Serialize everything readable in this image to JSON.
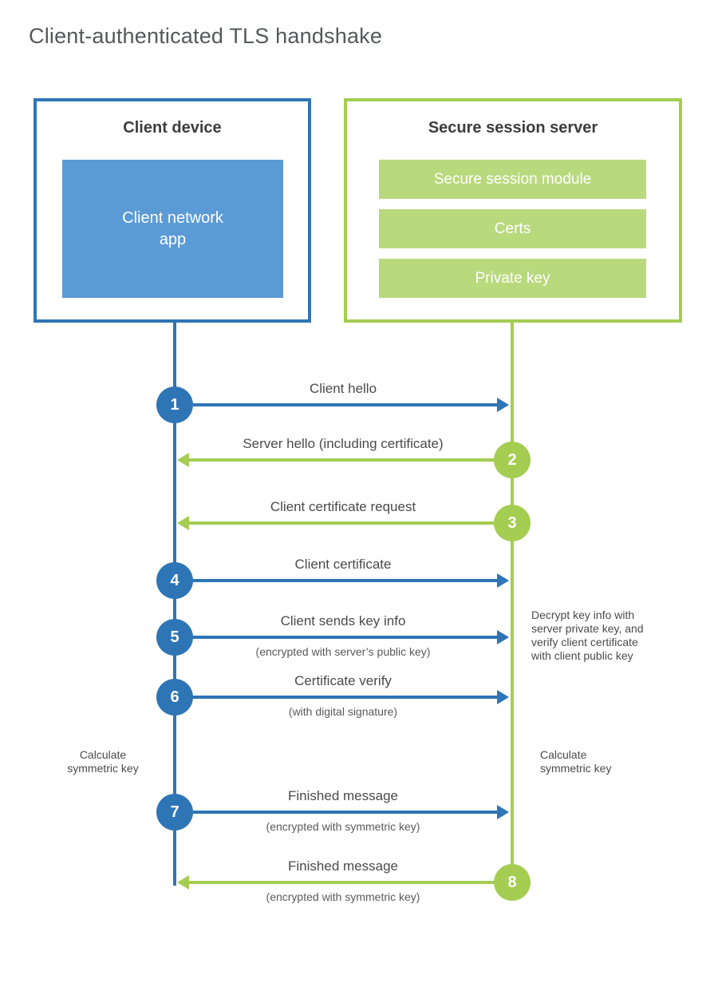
{
  "title": "Client-authenticated TLS handshake",
  "colors": {
    "blue": "#2e75b6",
    "blue_fill": "#5b9bd5",
    "green": "#a4cd52",
    "green_fill": "#b9d97d"
  },
  "client": {
    "title": "Client device",
    "app_label": "Client network\napp"
  },
  "server": {
    "title": "Secure session server",
    "modules": [
      "Secure session module",
      "Certs",
      "Private key"
    ]
  },
  "steps": [
    {
      "number": "1",
      "label": "Client hello",
      "direction": "right",
      "color": "blue"
    },
    {
      "number": "2",
      "label": "Server hello (including certificate)",
      "direction": "left",
      "color": "green"
    },
    {
      "number": "3",
      "label": "Client certificate request",
      "direction": "left",
      "color": "green"
    },
    {
      "number": "4",
      "label": "Client certificate",
      "direction": "right",
      "color": "blue"
    },
    {
      "number": "5",
      "label": "Client sends key info",
      "sublabel": "(encrypted with server’s public key)",
      "direction": "right",
      "color": "blue"
    },
    {
      "number": "6",
      "label": "Certificate verify",
      "sublabel": "(with digital signature)",
      "direction": "right",
      "color": "blue"
    },
    {
      "number": "7",
      "label": "Finished message",
      "sublabel": "(encrypted with symmetric key)",
      "direction": "right",
      "color": "blue"
    },
    {
      "number": "8",
      "label": "Finished message",
      "sublabel": "(encrypted with symmetric key)",
      "direction": "left",
      "color": "green"
    }
  ],
  "notes": {
    "decrypt": "Decrypt key info with\nserver private key, and\nverify client certificate\nwith client public key",
    "calculate_left": "Calculate\nsymmetric key",
    "calculate_right": "Calculate\nsymmetric key"
  }
}
